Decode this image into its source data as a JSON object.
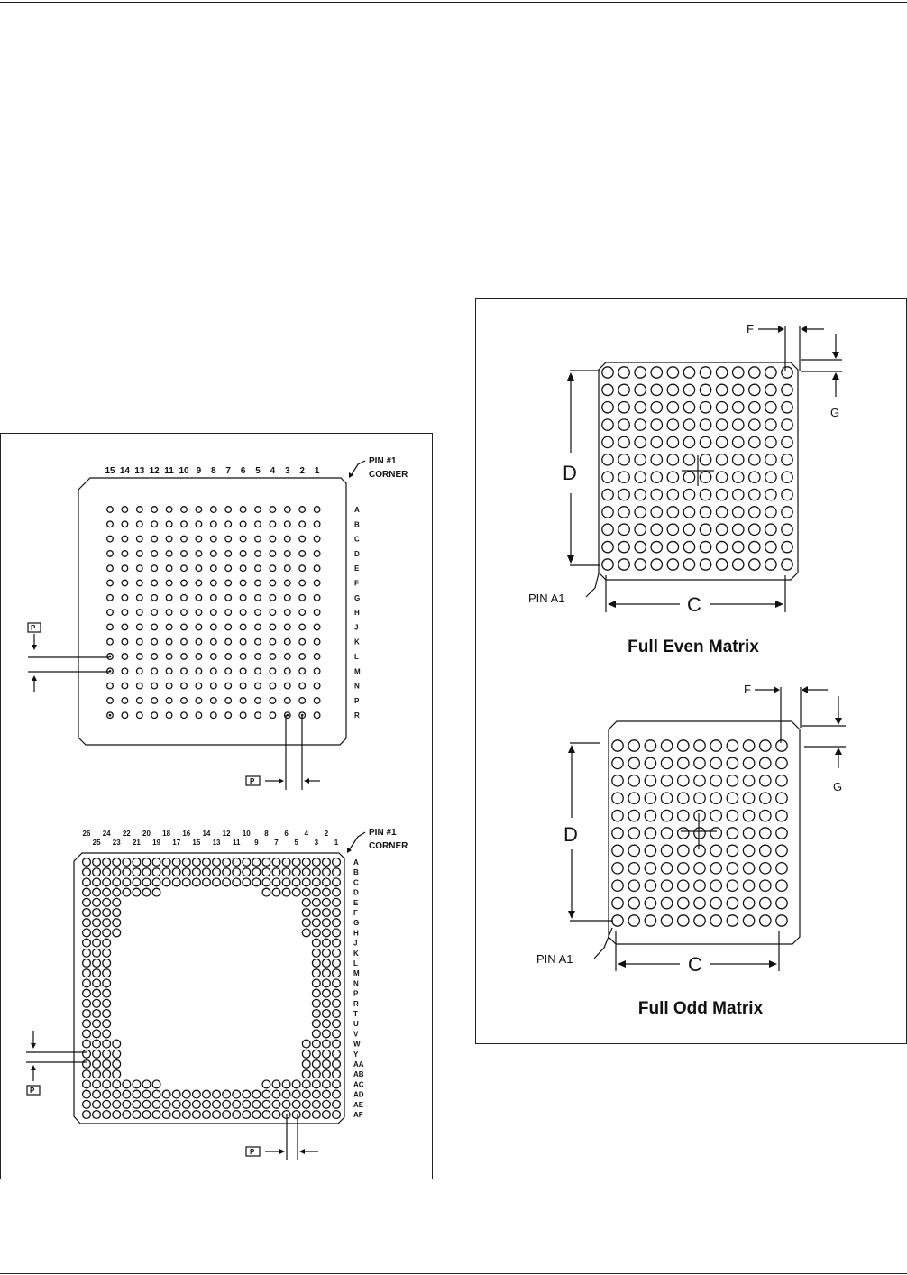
{
  "left_panel": {
    "top_diagram": {
      "column_labels": [
        "15",
        "14",
        "13",
        "12",
        "11",
        "10",
        "9",
        "8",
        "7",
        "6",
        "5",
        "4",
        "3",
        "2",
        "1"
      ],
      "row_labels": [
        "A",
        "B",
        "C",
        "D",
        "E",
        "F",
        "G",
        "H",
        "J",
        "K",
        "L",
        "M",
        "N",
        "P",
        "R"
      ],
      "pin1_label_line1": "PIN #1",
      "pin1_label_line2": "CORNER",
      "pitch_label": "P"
    },
    "bottom_diagram": {
      "column_labels_top": [
        "26",
        "24",
        "22",
        "20",
        "18",
        "16",
        "14",
        "12",
        "10",
        "8",
        "6",
        "4",
        "2"
      ],
      "column_labels_bottom": [
        "25",
        "23",
        "21",
        "19",
        "17",
        "15",
        "13",
        "11",
        "9",
        "7",
        "5",
        "3",
        "1"
      ],
      "row_labels": [
        "A",
        "B",
        "C",
        "D",
        "E",
        "F",
        "G",
        "H",
        "J",
        "K",
        "L",
        "M",
        "N",
        "P",
        "R",
        "T",
        "U",
        "V",
        "W",
        "Y",
        "AA",
        "AB",
        "AC",
        "AD",
        "AE",
        "AF"
      ],
      "pin1_label_line1": "PIN #1",
      "pin1_label_line2": "CORNER",
      "pitch_label": "P"
    }
  },
  "right_panel": {
    "even_matrix": {
      "caption": "Full Even Matrix",
      "dim_d": "D",
      "dim_c": "C",
      "dim_f": "F",
      "dim_g": "G",
      "pin_a1": "PIN A1"
    },
    "odd_matrix": {
      "caption": "Full Odd Matrix",
      "dim_d": "D",
      "dim_c": "C",
      "dim_f": "F",
      "dim_g": "G",
      "pin_a1": "PIN A1"
    }
  }
}
